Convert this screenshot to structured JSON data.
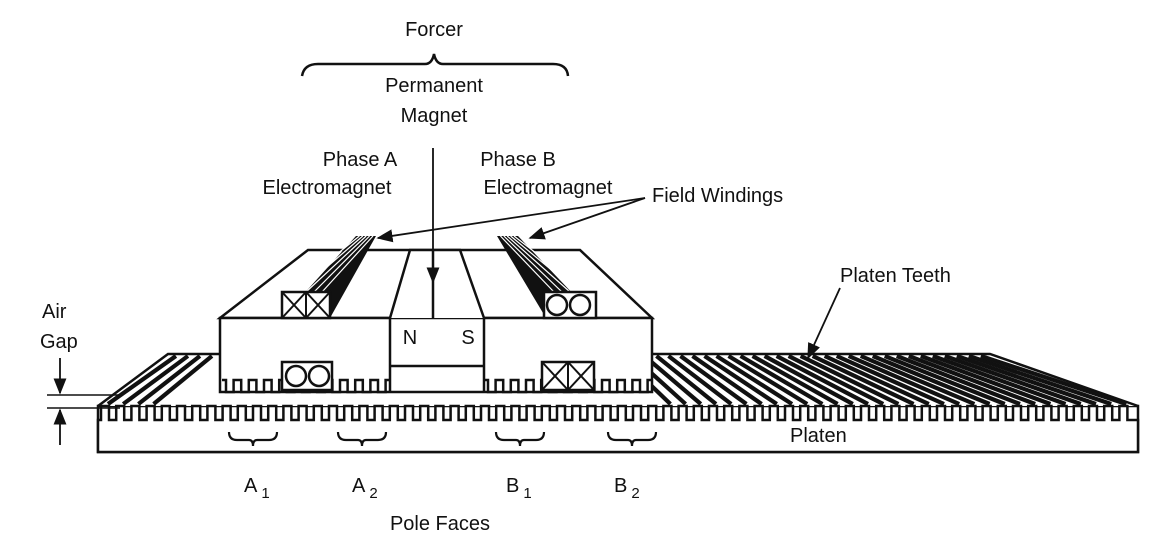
{
  "forcer_label": "Forcer",
  "permanent_magnet_label": [
    "Permanent",
    "Magnet"
  ],
  "phase_a_label": [
    "Phase A",
    "Electromagnet"
  ],
  "phase_b_label": [
    "Phase B",
    "Electromagnet"
  ],
  "field_windings_label": "Field Windings",
  "platen_teeth_label": "Platen Teeth",
  "air_gap_label": [
    "Air",
    "Gap"
  ],
  "north_pole_label": "N",
  "south_pole_label": "S",
  "platen_label": "Platen",
  "pole_face_labels": [
    {
      "letter": "A",
      "sub": "1"
    },
    {
      "letter": "A",
      "sub": "2"
    },
    {
      "letter": "B",
      "sub": "1"
    },
    {
      "letter": "B",
      "sub": "2"
    }
  ],
  "pole_faces_label": "Pole Faces",
  "colors": {
    "ink": "#111111",
    "paper": "#ffffff"
  }
}
